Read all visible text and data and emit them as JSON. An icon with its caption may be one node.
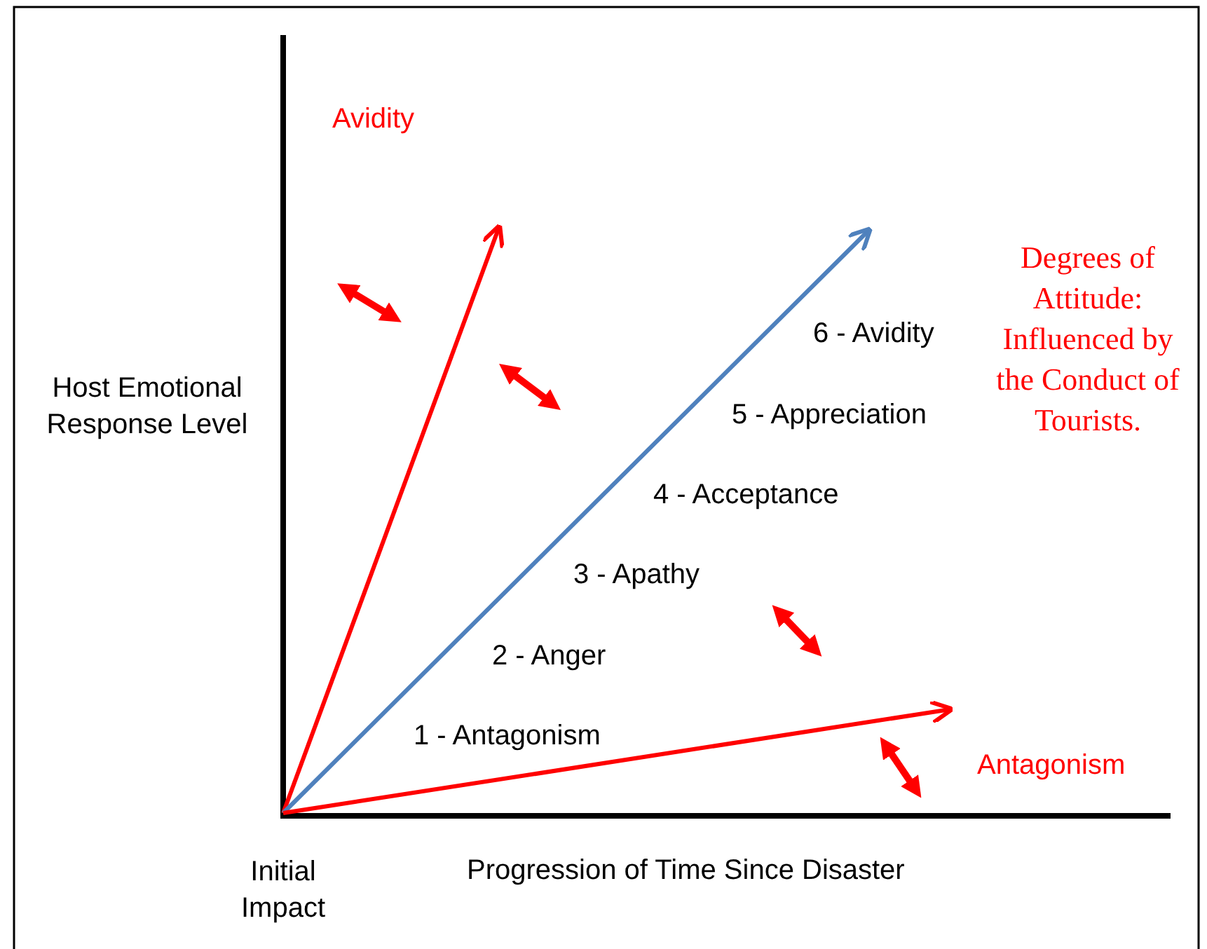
{
  "diagram": {
    "labels": [
      "Avidity",
      "Host Emotional Response Level",
      "6 - Avidity",
      "Degrees of Attitude: Influenced by the Conduct of Tourists.",
      "5 - Appreciation",
      "4 - Acceptance",
      "3 - Apathy",
      "2 - Anger",
      "1 - Antagonism",
      "Antagonism",
      "Initial Impact",
      "Progression of Time Since Disaster"
    ]
  }
}
